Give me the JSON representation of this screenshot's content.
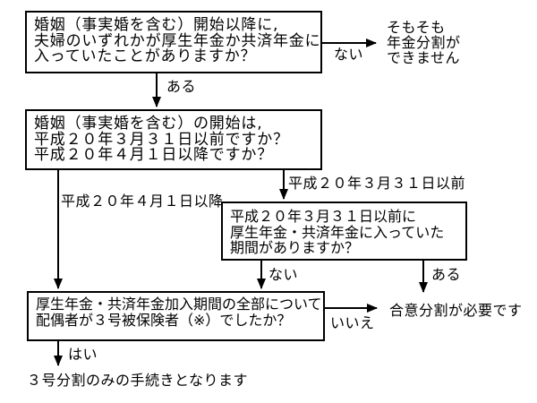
{
  "diagram": {
    "title_hint": "年金分割フローチャート",
    "colors": {
      "ink": "#000000",
      "background": "#ffffff"
    },
    "boxes": {
      "q1": {
        "lines": [
          "婚姻（事実婚を含む）開始以降に,",
          "夫婦のいずれかが厚生年金か共済年金に",
          "入っていたことがありますか？"
        ]
      },
      "q2": {
        "lines": [
          "婚姻（事実婚を含む）の開始は,",
          "平成２０年３月３１日以前ですか？",
          "平成２０年４月１日以降ですか？"
        ]
      },
      "q3": {
        "lines": [
          "平成２０年３月３１日以前に",
          "厚生年金・共済年金に入っていた",
          "期間がありますか？"
        ]
      },
      "q4": {
        "lines": [
          "厚生年金・共済年金加入期間の全部について,",
          "配偶者が３号被保険者（※）でしたか？"
        ]
      }
    },
    "labels": {
      "q1_no": "ない",
      "q1_yes": "ある",
      "q2_before": "平成２０年３月３１日以前",
      "q2_after": "平成２０年４月１日以降",
      "q3_no": "ない",
      "q3_yes": "ある",
      "q4_no": "いいえ",
      "q4_yes": "はい"
    },
    "results": {
      "no_split": {
        "lines": [
          "そもそも",
          "年金分割が",
          "できません"
        ]
      },
      "agreement": "合意分割が必要です",
      "sango_only": "３号分割のみの手続きとなります"
    }
  }
}
